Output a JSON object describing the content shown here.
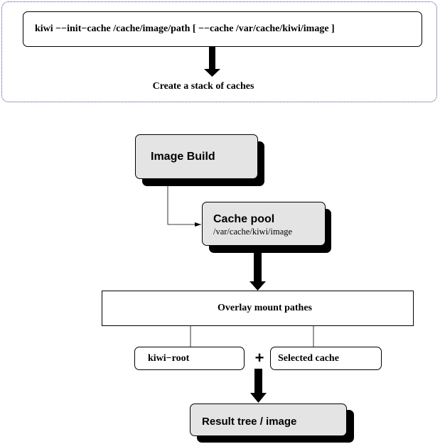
{
  "command": {
    "text": "kiwi −−init−cache /cache/image/path [ −−cache /var/cache/kiwi/image ]"
  },
  "caption_top": "Create a stack of caches",
  "image_build": {
    "label": "Image Build"
  },
  "cache_pool": {
    "label": "Cache pool",
    "path": "/var/cache/kiwi/image"
  },
  "overlay": {
    "label": "Overlay mount pathes"
  },
  "kiwi_root": {
    "label": "kiwi−root"
  },
  "selected_cache": {
    "label": "Selected cache"
  },
  "plus": "+",
  "result": {
    "label": "Result tree / image"
  },
  "colors": {
    "frame_dotted": "#4a4a8a",
    "box_fill_grey": "#e4e4e4",
    "shadow": "#000000",
    "stroke": "#000000"
  }
}
